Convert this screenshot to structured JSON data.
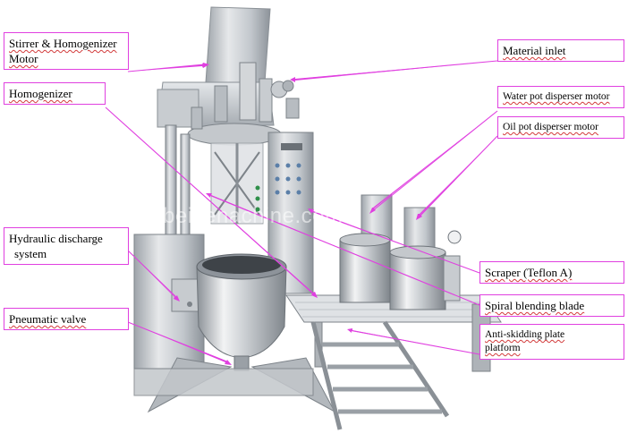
{
  "labels": {
    "stirrer_motor": "Stirrer & Homogenizer",
    "stirrer_motor_line2": "Motor",
    "homogenizer": "Homogenizer",
    "hydraulic": "Hydraulic discharge",
    "hydraulic_line2": "system",
    "pneumatic": "Pneumatic valve",
    "material_inlet": "Material inlet",
    "water_pot_motor": "Water pot disperser motor",
    "oil_pot_motor": "Oil pot disperser motor",
    "scraper": "Scraper (Teflon A)",
    "spiral": "Spiral blending blade",
    "anti_skid": "Anti-skidding plate",
    "anti_skid_line2": "platform"
  },
  "watermark": "beiyenachine.com",
  "colors": {
    "callout": "#e040e0",
    "underline": "#d23b3b",
    "steel_light": "#d9dcdf",
    "steel_mid": "#b5babf",
    "steel_dark": "#7d8389"
  }
}
